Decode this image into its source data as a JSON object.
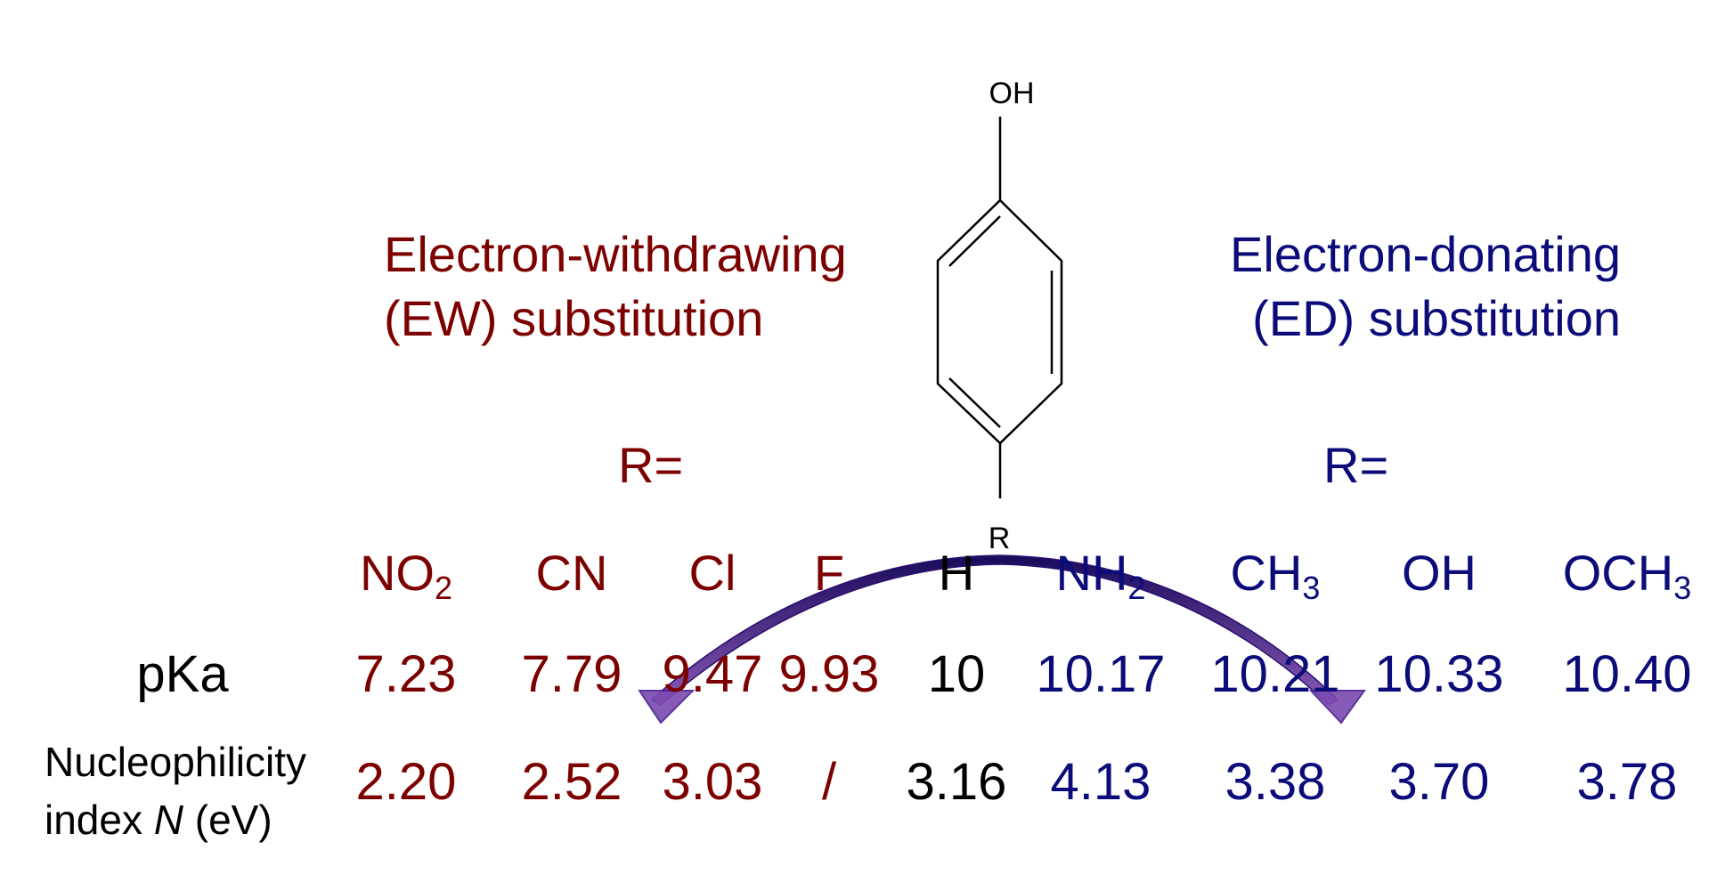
{
  "molecule": {
    "top_group": "OH",
    "bottom_group": "R"
  },
  "ew": {
    "line1": "Electron-withdrawing",
    "line2": "(EW) substitution",
    "r_label": "R=",
    "color": "#7d0000"
  },
  "ed": {
    "line1": "Electron-donating",
    "line2": "(ED) substitution",
    "r_label": "R=",
    "color": "#0b0b7a"
  },
  "table": {
    "row_labels": {
      "pka": "pKa",
      "n_line1": "Nucleophilicity",
      "n_line2_pre": "index ",
      "n_line2_it": "N",
      "n_line2_post": " (eV)"
    },
    "columns": [
      {
        "base": "NO",
        "sub": "2",
        "pka": "7.23",
        "n": "2.20",
        "group": "ew"
      },
      {
        "base": "CN",
        "sub": "",
        "pka": "7.79",
        "n": "2.52",
        "group": "ew"
      },
      {
        "base": "Cl",
        "sub": "",
        "pka": "9.47",
        "n": "3.03",
        "group": "ew"
      },
      {
        "base": "F",
        "sub": "",
        "pka": "9.93",
        "n": "/",
        "group": "ew"
      },
      {
        "base": "H",
        "sub": "",
        "pka": "10",
        "n": "3.16",
        "group": "neu"
      },
      {
        "base": "NH",
        "sub": "2",
        "pka": "10.17",
        "n": "4.13",
        "group": "ed"
      },
      {
        "base": "CH",
        "sub": "3",
        "pka": "10.21",
        "n": "3.38",
        "group": "ed"
      },
      {
        "base": "OH",
        "sub": "",
        "pka": "10.33",
        "n": "3.70",
        "group": "ed"
      },
      {
        "base": "OCH",
        "sub": "3",
        "pka": "10.40",
        "n": "3.78",
        "group": "ed"
      }
    ]
  }
}
